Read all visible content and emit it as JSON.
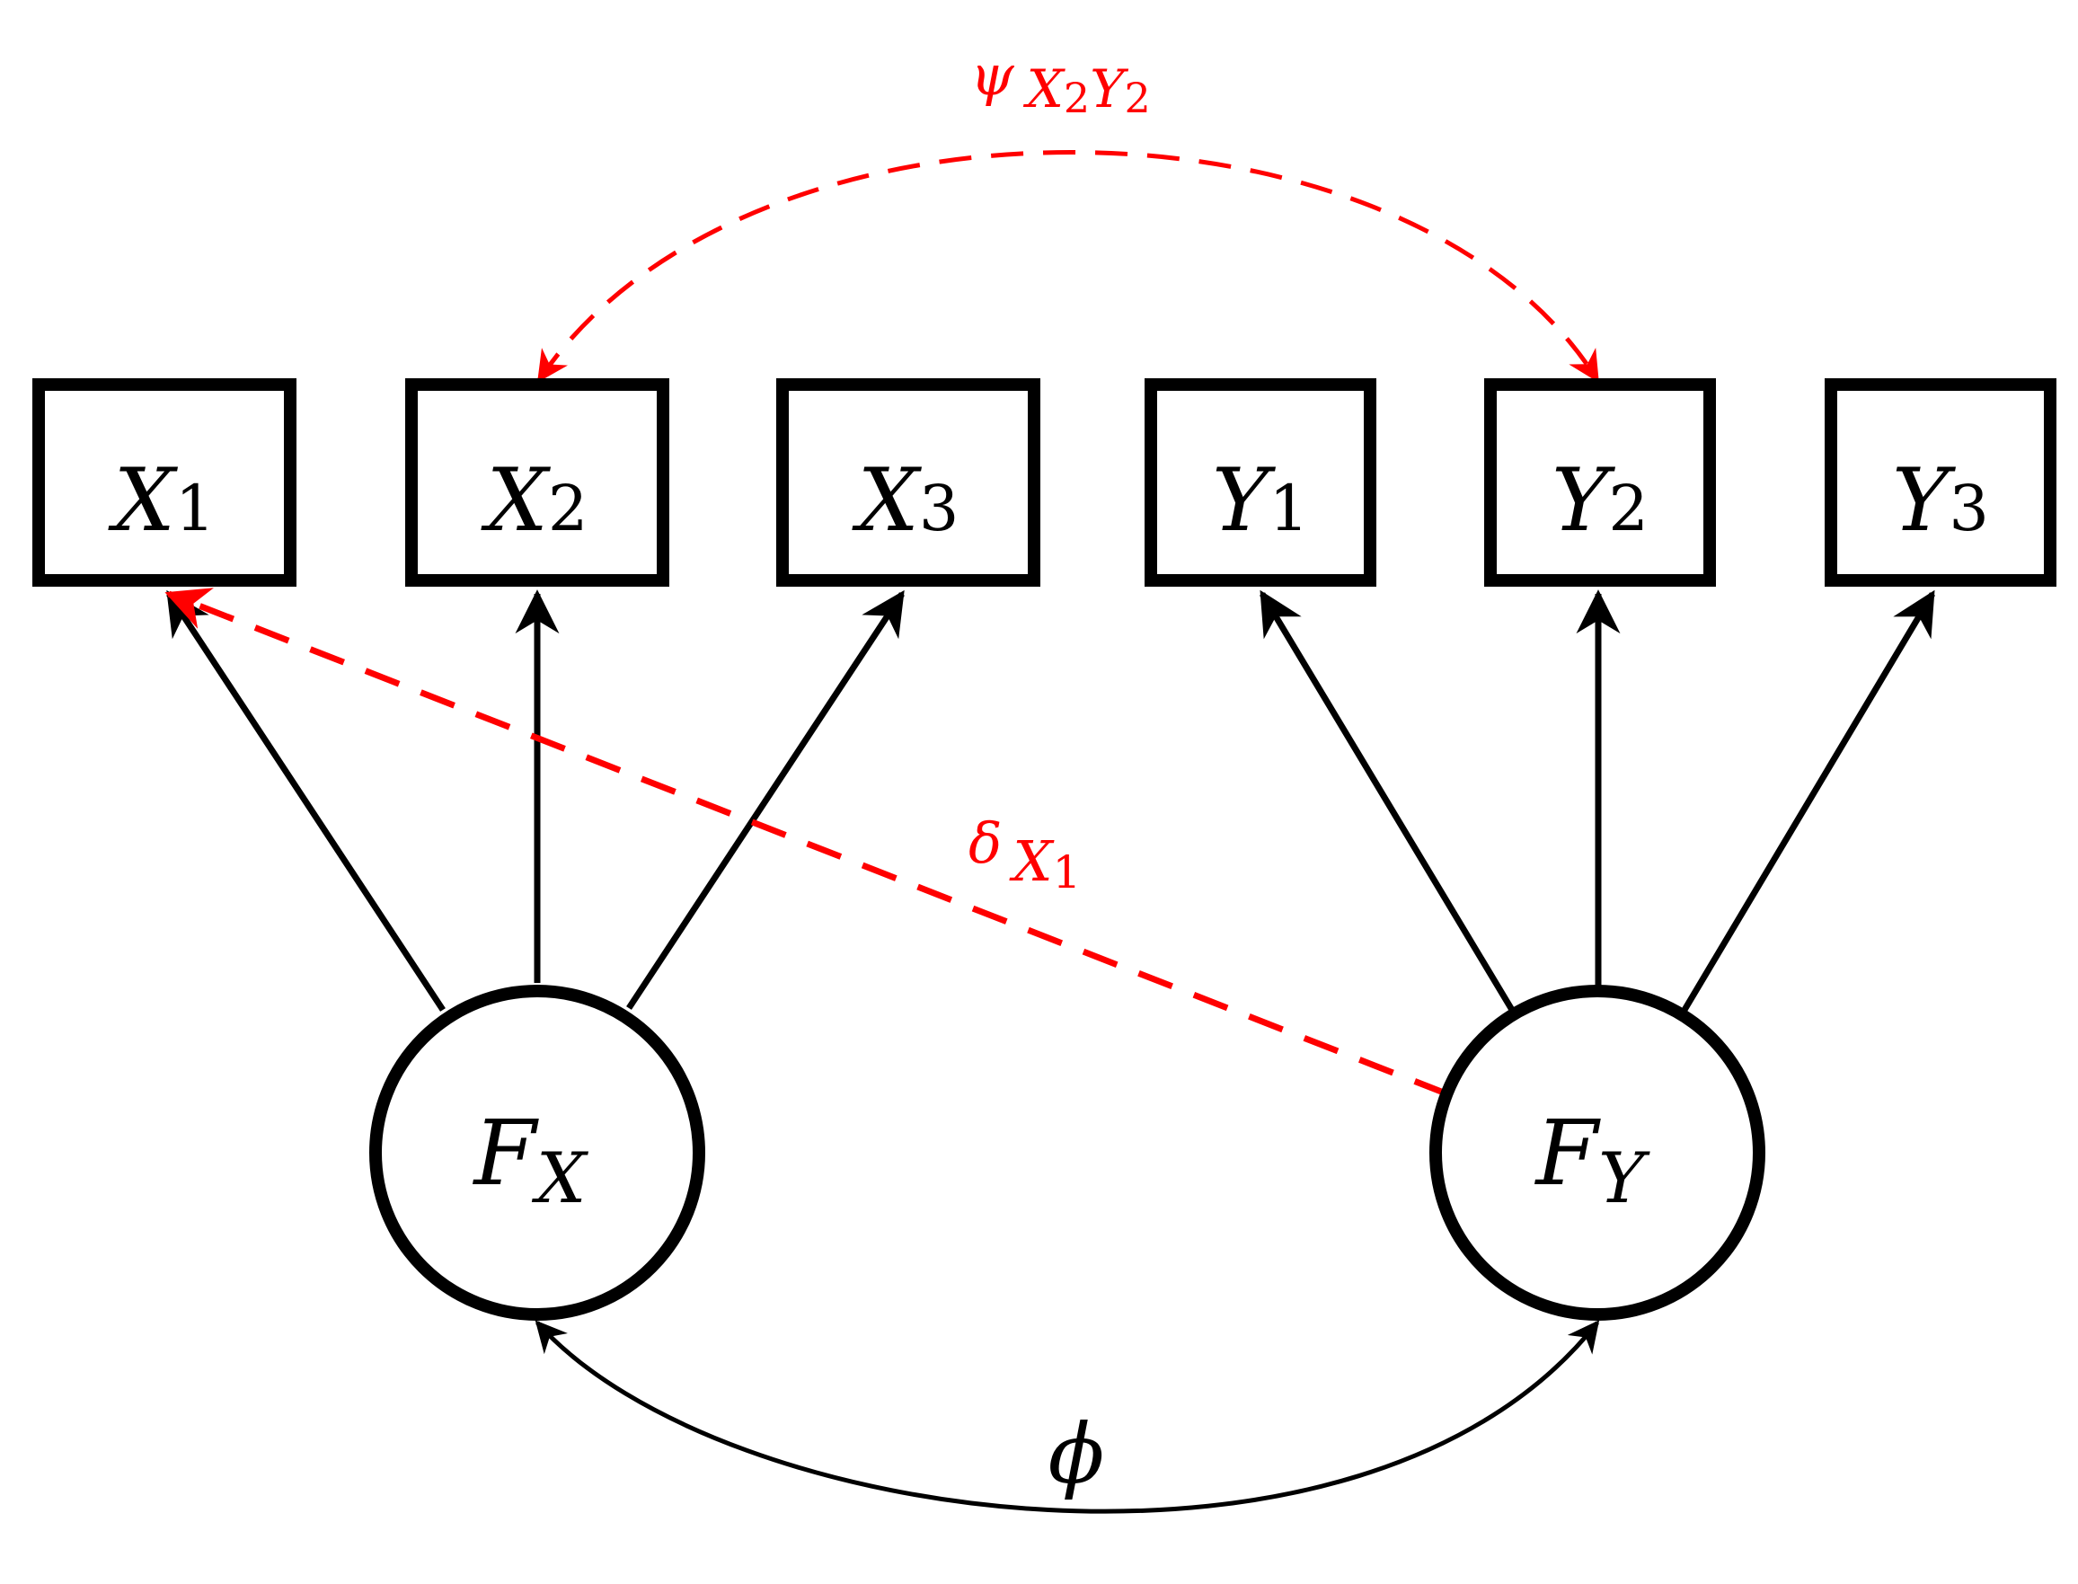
{
  "observed": [
    {
      "id": "x1",
      "symbol": "X",
      "sub": "1"
    },
    {
      "id": "x2",
      "symbol": "X",
      "sub": "2"
    },
    {
      "id": "x3",
      "symbol": "X",
      "sub": "3"
    },
    {
      "id": "y1",
      "symbol": "Y",
      "sub": "1"
    },
    {
      "id": "y2",
      "symbol": "Y",
      "sub": "2"
    },
    {
      "id": "y3",
      "symbol": "Y",
      "sub": "3"
    }
  ],
  "latent": [
    {
      "id": "fx",
      "symbol": "F",
      "sub": "X"
    },
    {
      "id": "fy",
      "symbol": "F",
      "sub": "Y"
    }
  ],
  "paths": {
    "factor_covariance": {
      "label": "ϕ",
      "from": "fx",
      "to": "fy"
    },
    "error_covariance": {
      "symbol": "ψ",
      "sub": "X",
      "sub_num": "2",
      "sub2": "Y",
      "sub2_num": "2",
      "from": "x2",
      "to": "y2",
      "color": "#ff0000"
    },
    "cross_loading": {
      "symbol": "δ",
      "sub": "X",
      "sub_num": "1",
      "from": "fy",
      "to": "x1",
      "color": "#ff0000"
    }
  },
  "colors": {
    "main": "#000000",
    "highlight": "#ff0000",
    "background": "#ffffff"
  }
}
